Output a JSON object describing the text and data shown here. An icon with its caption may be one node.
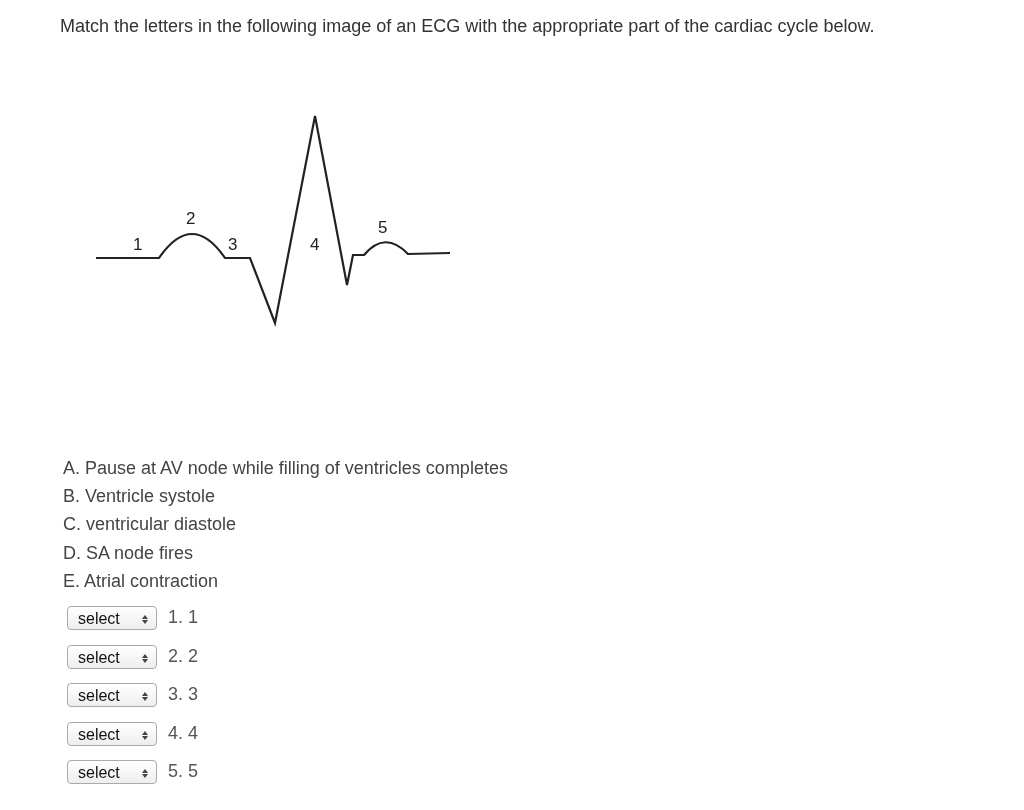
{
  "diagram": {
    "title": "Match the letters in the following image of an ECG with the appropriate part of the cardiac cycle below.",
    "labels": [
      "1",
      "2",
      "3",
      "4",
      "5",
      "A. Pause at AV node while filling of ventricles completes",
      "B. Ventricle systole",
      "C. ventricular diastole",
      "D. SA node fires",
      "E. Atrial contraction",
      "select",
      "1. 1",
      "select",
      "2. 2",
      "select",
      "3. 3",
      "select",
      "4. 4",
      "select",
      "5. 5"
    ]
  }
}
